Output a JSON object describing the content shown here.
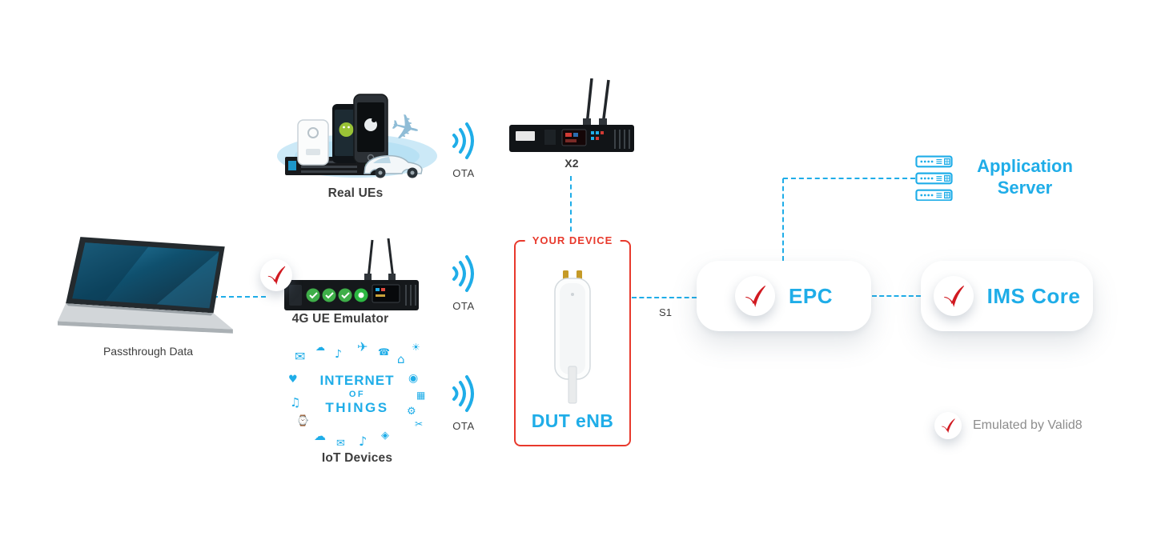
{
  "colors": {
    "accent_cyan": "#1fadE8",
    "check_red": "#d11920",
    "frame_red": "#e8392c",
    "label_dark": "#3d3d3d",
    "legend_gray": "#8d8d8d"
  },
  "nodes": {
    "real_ues": {
      "label": "Real UEs"
    },
    "laptop": {
      "label": "Passthrough Data"
    },
    "ue_emulator": {
      "label": "4G UE Emulator"
    },
    "iot": {
      "label": "IoT Devices",
      "cloud_text": {
        "line1": "INTERNET",
        "line2": "OF",
        "line3": "THINGS"
      }
    },
    "x2_unit": {
      "label": "X2"
    },
    "dut": {
      "frame_label": "YOUR DEVICE",
      "label": "DUT eNB"
    },
    "epc": {
      "label": "EPC"
    },
    "ims_core": {
      "label": "IMS Core"
    },
    "app_server": {
      "label_line1": "Application",
      "label_line2": "Server"
    }
  },
  "links": {
    "s1_label": "S1",
    "ota": [
      {
        "label": "OTA"
      },
      {
        "label": "OTA"
      },
      {
        "label": "OTA"
      }
    ]
  },
  "legend": {
    "text": "Emulated by Valid8"
  },
  "icons": {
    "check": "valid8-checkmark",
    "ota": "radio-wave-arcs",
    "app_server": "server-stack",
    "laptop": "laptop",
    "real_ues": "devices-cluster",
    "iot": "iot-icon-cloud",
    "emulator": "rack-unit-with-antennas",
    "x2": "rack-unit-with-antennas",
    "dut": "access-point"
  },
  "iot_glyphs": [
    "✉",
    "☁",
    "♪",
    "✈",
    "☎",
    "⌂",
    "☀",
    "♥",
    "◉",
    "▦",
    "♫",
    "⚙",
    "✂",
    "⌚",
    "☁",
    "✉",
    "♪",
    "◈"
  ]
}
